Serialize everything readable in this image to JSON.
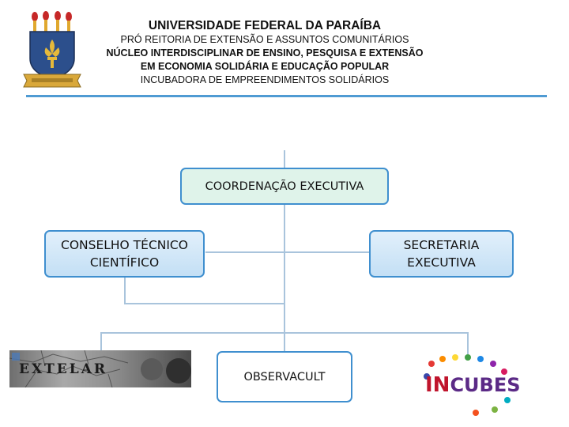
{
  "header": {
    "title": "UNIVERSIDADE FEDERAL DA PARAÍBA",
    "line1": "PRÓ REITORIA DE EXTENSÃO E ASSUNTOS COMUNITÁRIOS",
    "line2": "NÚCLEO INTERDISCIPLINAR DE ENSINO, PESQUISA E EXTENSÃO",
    "line3": "EM ECONOMIA SOLIDÁRIA E EDUCAÇÃO POPULAR",
    "line4": "INCUBADORA DE EMPREENDIMENTOS SOLIDÁRIOS"
  },
  "org_chart": {
    "top": "COORDENAÇÃO EXECUTIVA",
    "left": [
      "CONSELHO TÉCNICO",
      "CIENTÍFICO"
    ],
    "right": [
      "SECRETARIA",
      "EXECUTIVA"
    ],
    "bottom": "OBSERVACULT"
  },
  "logos": {
    "university_seal": "university-crest-icon",
    "extelar": "EXTELAR",
    "incubes_prefix": "IN",
    "incubes_suffix": "CUBES"
  },
  "colors": {
    "accent_rule": "#4f9bd3",
    "box_border": "#3f8fcf",
    "connector": "#a9c4dc",
    "incubes_red": "#c0142c",
    "incubes_purple": "#5b2a86"
  }
}
